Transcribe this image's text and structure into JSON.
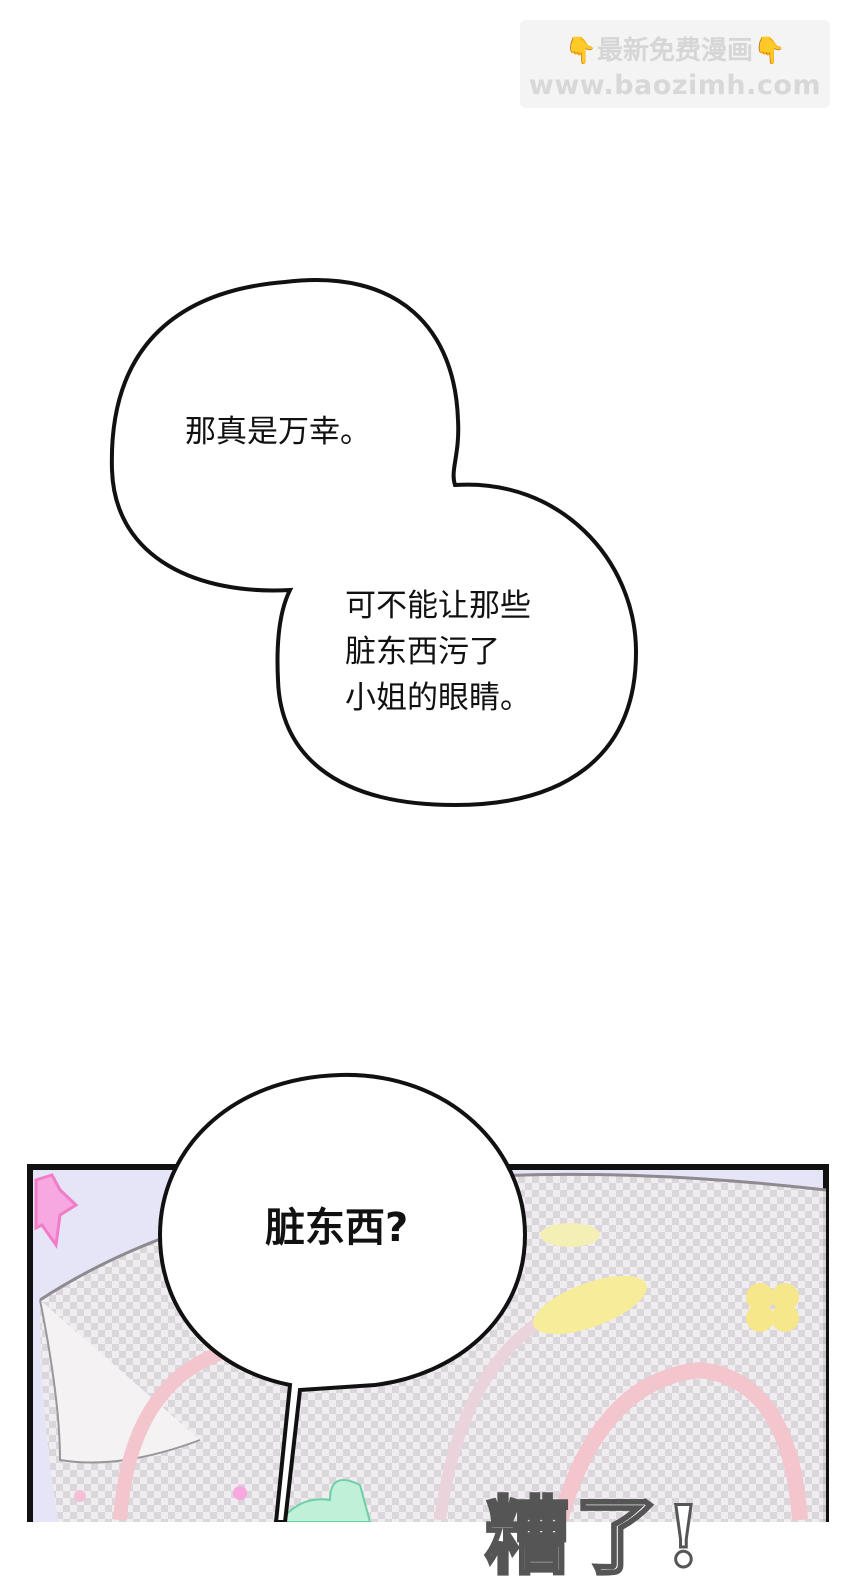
{
  "watermark": {
    "line1": "最新免费漫画",
    "line2": "www.baozimh.com",
    "hand_icon": "👇"
  },
  "bubble1": {
    "text_a": "那真是万幸。",
    "text_b": "可不能让那些\n脏东西污了\n小姐的眼睛。"
  },
  "bubble2": {
    "text": "脏东西?"
  },
  "panel": {
    "sfx_text": "糟了!",
    "colors": {
      "background": "#e8e6f8",
      "border": "#111111",
      "accent_pink": "#f7a8e0",
      "accent_yellow": "#f6ec9a"
    }
  }
}
